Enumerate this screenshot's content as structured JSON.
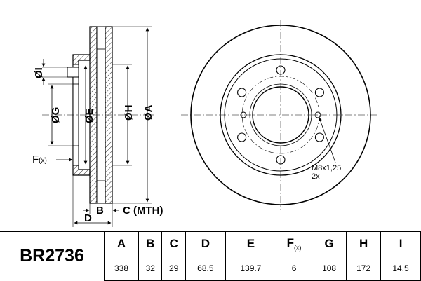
{
  "part_number": "BR2736",
  "columns": [
    "A",
    "B",
    "C",
    "D",
    "E",
    "F",
    "G",
    "H",
    "I"
  ],
  "column_suffix_f": "(x)",
  "values": [
    "338",
    "32",
    "29",
    "68.5",
    "139.7",
    "6",
    "108",
    "172",
    "14.5"
  ],
  "diagram": {
    "label_i": "ØI",
    "label_g": "ØG",
    "label_e": "ØE",
    "label_h": "ØH",
    "label_a": "ØA",
    "label_f": "F",
    "label_f_suffix": "(x)",
    "label_b": "B",
    "label_c": "C (MTH)",
    "label_d": "D",
    "thread_note": "M8x1,25",
    "thread_count": "2x"
  }
}
